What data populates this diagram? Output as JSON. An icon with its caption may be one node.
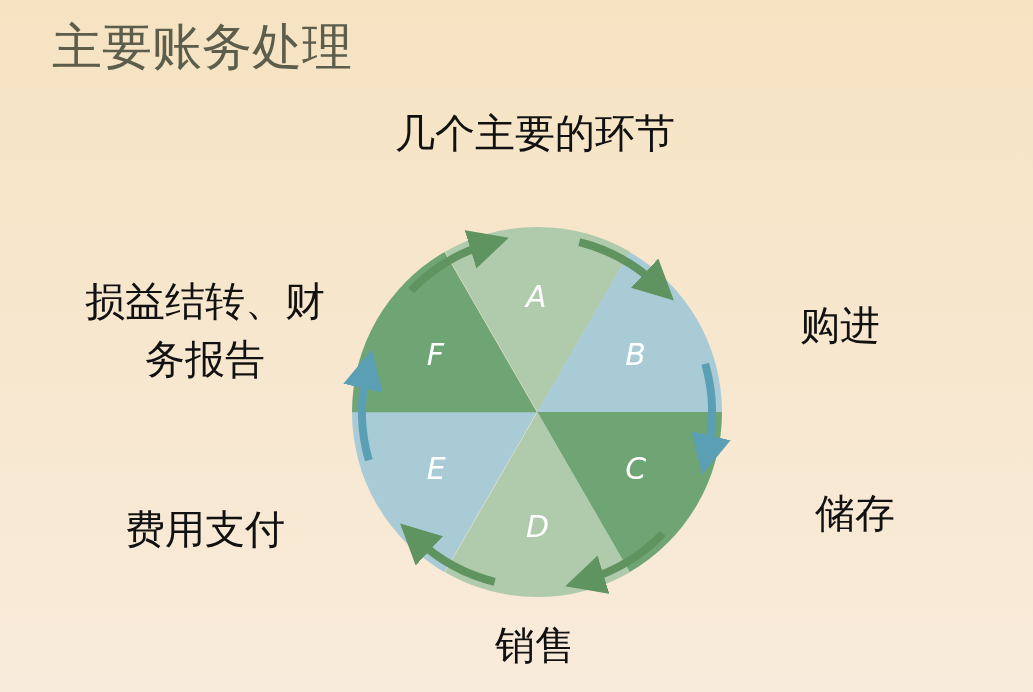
{
  "diagram": {
    "title": "主要账务处理",
    "nodes": [
      {
        "text": [
          "A"
        ]
      },
      {
        "text": [
          "B"
        ],
        "beside": [
          "购进"
        ]
      },
      {
        "text": [
          "C"
        ],
        "beside": [
          "储存"
        ]
      },
      {
        "text": [
          "D"
        ],
        "beside": [
          "销售"
        ]
      },
      {
        "text": [
          "E"
        ],
        "beside": [
          "费用支付"
        ]
      },
      {
        "text": [
          "F"
        ],
        "beside": [
          "损益结转、财务报告"
        ]
      }
    ],
    "edges": [
      {
        "from": 0,
        "to": 1,
        "arrow": "to"
      },
      {
        "from": 1,
        "to": 2,
        "arrow": "to",
        "color": "#5b9fb5"
      },
      {
        "from": 2,
        "to": 3,
        "arrow": "to"
      },
      {
        "from": 3,
        "to": 4,
        "arrow": "to"
      },
      {
        "from": 4,
        "to": 5,
        "arrow": "to",
        "color": "#5b9fb5"
      },
      {
        "from": 5,
        "to": 0,
        "arrow": "to"
      }
    ],
    "labels": [
      "几个主要的环节"
    ]
  }
}
